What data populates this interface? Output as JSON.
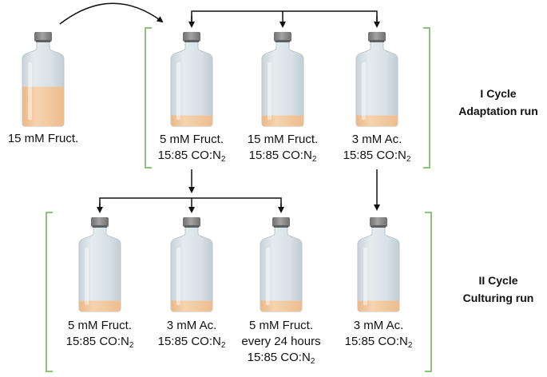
{
  "colors": {
    "bracket": "#8cc47a",
    "arrow": "#111111",
    "liquid": "#f2c89c",
    "glass": "#d6e0e5",
    "cap": "#8a8a8a"
  },
  "start_vial": {
    "label": "15 mM Fruct.",
    "fill": 0.55
  },
  "cycle1": {
    "title": "I Cycle",
    "subtitle": "Adaptation run",
    "vials": [
      {
        "line1": "5 mM Fruct.",
        "gas_pre": "15:85 CO:N",
        "gas_sub": "2",
        "fill": 0.15
      },
      {
        "line1": "15 mM Fruct.",
        "gas_pre": "15:85 CO:N",
        "gas_sub": "2",
        "fill": 0.15
      },
      {
        "line1": "3 mM Ac.",
        "gas_pre": "15:85 CO:N",
        "gas_sub": "2",
        "fill": 0.15
      }
    ]
  },
  "cycle2": {
    "title": "II Cycle",
    "subtitle": "Culturing run",
    "vials": [
      {
        "line1": "5 mM Fruct.",
        "line2": "",
        "gas_pre": "15:85 CO:N",
        "gas_sub": "2",
        "fill": 0.15
      },
      {
        "line1": "3 mM Ac.",
        "line2": "",
        "gas_pre": "15:85 CO:N",
        "gas_sub": "2",
        "fill": 0.15
      },
      {
        "line1": "5 mM Fruct.",
        "line2": "every 24 hours",
        "gas_pre": "15:85 CO:N",
        "gas_sub": "2",
        "fill": 0.15
      },
      {
        "line1": "3 mM Ac.",
        "line2": "",
        "gas_pre": "15:85 CO:N",
        "gas_sub": "2",
        "fill": 0.15
      }
    ]
  }
}
